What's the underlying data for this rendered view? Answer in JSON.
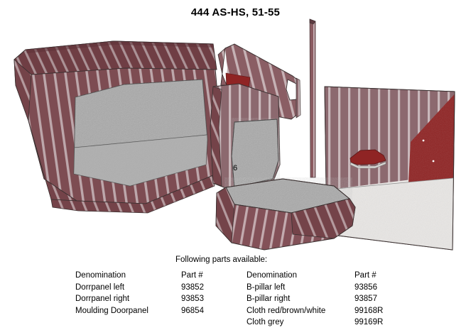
{
  "title": "444 AS-HS, 51-55",
  "illustration": {
    "callout_label": "6",
    "colors": {
      "stripe_band_dark": "#8c696f",
      "stripe_band_mid": "#9a7077",
      "stripe_light": "#c9b8bb",
      "stripe_border_dark": "#7d4c52",
      "fabric_grey": "#a8a8a8",
      "fabric_grey_light": "#b5b5b5",
      "panel_white": "#e8e6e4",
      "accent_dark_red": "#8f2424",
      "outline": "#3a3030"
    },
    "parts_depicted": [
      "door panel left",
      "door panel right",
      "B-pillar panel",
      "seat cushion",
      "B-pillar post"
    ]
  },
  "parts": {
    "heading": "Following parts available:",
    "left_table": {
      "headers": [
        "Denomination",
        "Part #"
      ],
      "rows": [
        [
          "Dorrpanel left",
          "93852"
        ],
        [
          "Dorrpanel right",
          "93853"
        ],
        [
          "Moulding Doorpanel",
          "96854"
        ]
      ]
    },
    "right_table": {
      "headers": [
        "Denomination",
        "Part #"
      ],
      "rows": [
        [
          "B-pillar left",
          "93856"
        ],
        [
          "B-pillar right",
          "93857"
        ],
        [
          "Cloth red/brown/white",
          "99168R"
        ],
        [
          "Cloth grey",
          "99169R"
        ]
      ]
    }
  }
}
